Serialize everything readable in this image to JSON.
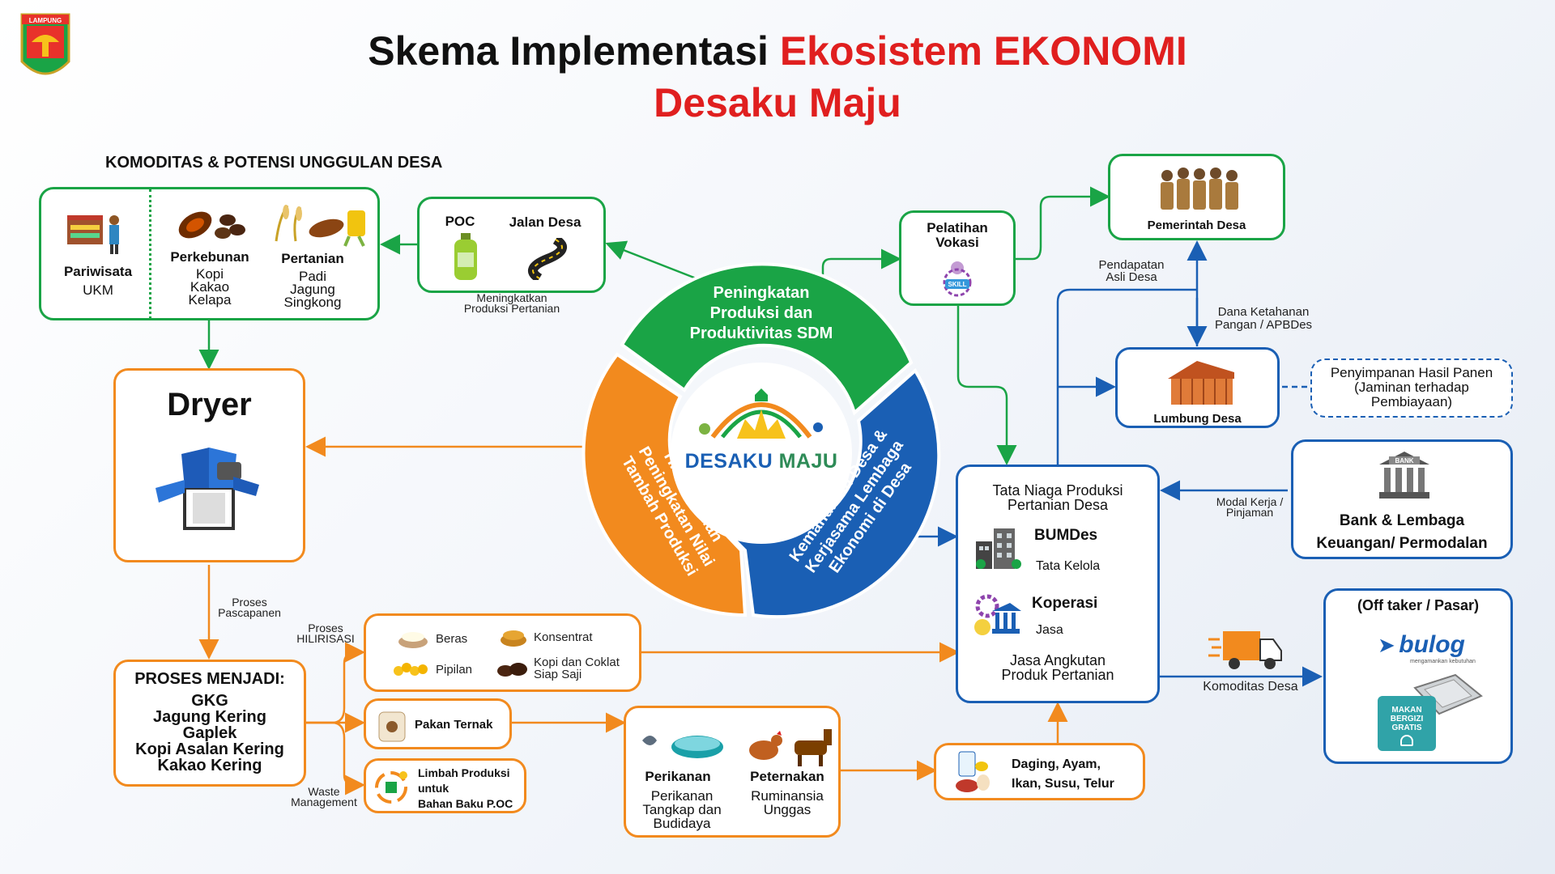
{
  "header": {
    "logo_text": "LAMPUNG",
    "title_part1": "Skema Implementasi ",
    "title_part2": "Ekosistem EKONOMI",
    "title_line2": "Desaku Maju"
  },
  "komoditas": {
    "heading": "KOMODITAS & POTENSI UNGGULAN DESA",
    "pariwisata": {
      "title": "Pariwisata",
      "items": "UKM"
    },
    "perkebunan": {
      "title": "Perkebunan",
      "line1": "Kopi",
      "line2": "Kakao",
      "line3": "Kelapa"
    },
    "pertanian": {
      "title": "Pertanian",
      "line1": "Padi",
      "line2": "Jagung",
      "line3": "Singkong"
    }
  },
  "poc_box": {
    "poc": "POC",
    "jalan": "Jalan Desa",
    "note_line1": "Meningkatkan",
    "note_line2": "Produksi Pertanian"
  },
  "cycle": {
    "green_line1": "Peningkatan",
    "green_line2": "Produksi dan",
    "green_line3": "Produktivitas SDM",
    "orange_line1": "Hilirisasi dan",
    "orange_line2": "Peningkatan Nilai",
    "orange_line3": "Tambah Produksi",
    "blue_line1": "Kemandirian Desa &",
    "blue_line2": "Kerjasama Lembaga",
    "blue_line3": "Ekonomi di Desa",
    "center_logo_part1": "DESAKU",
    "center_logo_part2": "MAJU"
  },
  "dryer": {
    "title": "Dryer"
  },
  "labels": {
    "proses_pascapanen_1": "Proses",
    "proses_pascapanen_2": "Pascapanen",
    "proses_hilirisasi_1": "Proses",
    "proses_hilirisasi_2": "HILIRISASI",
    "waste_1": "Waste",
    "waste_2": "Management",
    "pendapatan_1": "Pendapatan",
    "pendapatan_2": "Asli Desa",
    "dana_1": "Dana Ketahanan",
    "dana_2": "Pangan / APBDes",
    "modal_1": "Modal Kerja /",
    "modal_2": "Pinjaman",
    "komoditas_desa": "Komoditas Desa"
  },
  "proses": {
    "heading": "PROSES MENJADI:",
    "l1": "GKG",
    "l2": "Jagung Kering",
    "l3": "Gaplek",
    "l4": "Kopi Asalan Kering",
    "l5": "Kakao Kering"
  },
  "products": {
    "beras": "Beras",
    "konsentrat": "Konsentrat",
    "pipilan": "Pipilan",
    "kopi_1": "Kopi dan Coklat",
    "kopi_2": "Siap Saji"
  },
  "pakan": {
    "label": "Pakan Ternak"
  },
  "limbah": {
    "l1": "Limbah Produksi",
    "l2": "untuk",
    "l3": "Bahan Baku P.OC"
  },
  "peternakan": {
    "perikanan_title": "Perikanan",
    "perikanan_1": "Perikanan",
    "perikanan_2": "Tangkap dan",
    "perikanan_3": "Budidaya",
    "peternakan_title": "Peternakan",
    "peternakan_1": "Ruminansia",
    "peternakan_2": "Unggas"
  },
  "daging": {
    "l1": "Daging, Ayam,",
    "l2": "Ikan, Susu, Telur"
  },
  "pelatihan": {
    "l1": "Pelatihan",
    "l2": "Vokasi",
    "badge": "SKILL"
  },
  "pemerintah": {
    "label": "Pemerintah Desa"
  },
  "lumbung": {
    "label": "Lumbung Desa"
  },
  "penyimpanan": {
    "l1": "Penyimpanan Hasil Panen",
    "l2": "(Jaminan terhadap",
    "l3": "Pembiayaan)"
  },
  "bank": {
    "sign": "BANK",
    "l1": "Bank & Lembaga",
    "l2": "Keuangan/ Permodalan"
  },
  "tata_niaga": {
    "l1": "Tata Niaga Produksi",
    "l2": "Pertanian Desa",
    "bumdes": "BUMDes",
    "bumdes_sub": "Tata Kelola",
    "koperasi": "Koperasi",
    "koperasi_sub": "Jasa",
    "jasa_1": "Jasa Angkutan",
    "jasa_2": "Produk Pertanian"
  },
  "offtaker": {
    "title": "(Off taker / Pasar)",
    "bulog": "bulog",
    "bulog_tag": "mengamankan kebutuhan",
    "mbg_1": "MAKAN",
    "mbg_2": "BERGIZI",
    "mbg_3": "GRATIS"
  },
  "colors": {
    "green": "#1aa446",
    "orange": "#f28a1e",
    "blue": "#1a5fb4",
    "red": "#e01f1f"
  }
}
